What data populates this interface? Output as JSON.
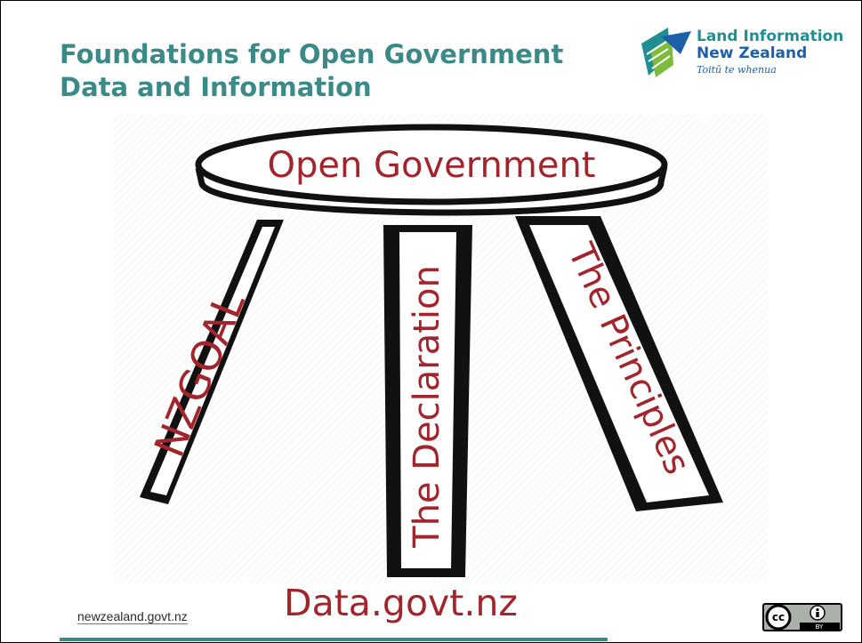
{
  "slide": {
    "title_line1": "Foundations for Open Government",
    "title_line2": "Data and Information"
  },
  "logo": {
    "line1": "Land Information",
    "line2": "New Zealand",
    "line3": "Toitū te whenua"
  },
  "stool": {
    "seat_label": "Open Government",
    "leg_left": "NZGOAL",
    "leg_middle": "The Declaration",
    "leg_right": "The Principles"
  },
  "footer": {
    "website": "newzealand.govt.nz",
    "headline": "Data.govt.nz",
    "license_mark": "cc",
    "license_type": "BY"
  },
  "colors": {
    "title": "#3b8a88",
    "label_red": "#a3252c",
    "logo_teal": "#1f8f93",
    "logo_blue": "#1d5fa8"
  }
}
